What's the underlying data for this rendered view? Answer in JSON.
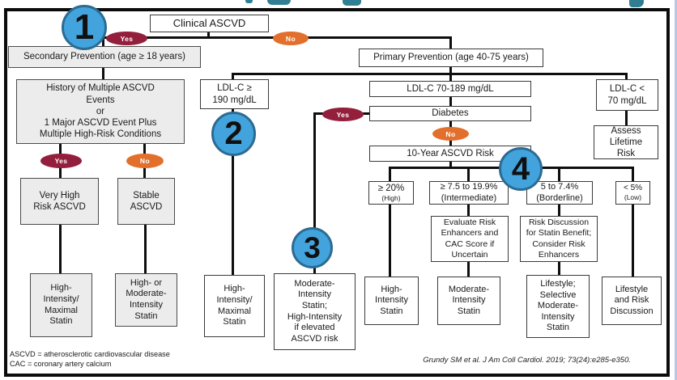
{
  "boxes": {
    "clinical_ascvd": {
      "label": "Clinical ASCVD"
    },
    "secondary_prevention": {
      "label": "Secondary Prevention (age ≥ 18 years)"
    },
    "history": {
      "label": "History of Multiple ASCVD\nEvents\nor\n1 Major ASCVD Event Plus\nMultiple High-Risk Conditions"
    },
    "very_high_risk": {
      "label": "Very High\nRisk ASCVD"
    },
    "stable_ascvd": {
      "label": "Stable\nASCVD"
    },
    "high_intensity_maximal_left": {
      "label": "High-\nIntensity/\nMaximal\nStatin"
    },
    "high_or_moderate": {
      "label": "High- or\nModerate-\nIntensity\nStatin"
    },
    "primary_prevention": {
      "label": "Primary Prevention (age 40-75 years)"
    },
    "ldl_ge_190": {
      "label": "LDL-C ≥\n190 mg/dL"
    },
    "ldl_70_189": {
      "label": "LDL-C 70-189 mg/dL"
    },
    "diabetes": {
      "label": "Diabetes"
    },
    "ten_year_risk": {
      "label": "10-Year ASCVD Risk"
    },
    "risk_high": {
      "label": "≥ 20%",
      "sublabel": "(High)"
    },
    "risk_intermediate": {
      "label": "≥ 7.5 to 19.9%",
      "sublabel": "(Intermediate)"
    },
    "risk_borderline": {
      "label": "5 to 7.4%",
      "sublabel": "(Borderline)"
    },
    "risk_low": {
      "label": "< 5%",
      "sublabel": "(Low)"
    },
    "evaluate_enhancers": {
      "label": "Evaluate Risk\nEnhancers and\nCAC Score if\nUncertain"
    },
    "risk_discussion": {
      "label": "Risk Discussion\nfor Statin Benefit;\nConsider Risk\nEnhancers"
    },
    "high_intensity_maximal_mid": {
      "label": "High-\nIntensity/\nMaximal\nStatin"
    },
    "moderate_high_if_elevated": {
      "label": "Moderate-\nIntensity\nStatin;\nHigh-Intensity\nif elevated\nASCVD risk"
    },
    "high_intensity": {
      "label": "High-\nIntensity\nStatin"
    },
    "moderate_intensity": {
      "label": "Moderate-\nIntensity\nStatin"
    },
    "lifestyle_selective": {
      "label": "Lifestyle;\nSelective\nModerate-\nIntensity\nStatin"
    },
    "lifestyle_risk_discussion": {
      "label": "Lifestyle\nand Risk\nDiscussion"
    },
    "ldl_lt_70": {
      "label": "LDL-C <\n70 mg/dL"
    },
    "assess_lifetime": {
      "label": "Assess\nLifetime\nRisk"
    }
  },
  "decisions": {
    "yes": "Yes",
    "no": "No"
  },
  "circles": {
    "c1": "1",
    "c2": "2",
    "c3": "3",
    "c4": "4"
  },
  "footnote": "ASCVD = atherosclerotic cardiovascular disease\nCAC = coronary artery calcium",
  "citation": "Grundy SM et al. J Am Coll Cardiol. 2019; 73(24):e285-e350.",
  "colors": {
    "circle_fill": "#42a3dd",
    "circle_border": "#2c6b92",
    "yes_oval": "#931f3c",
    "no_oval": "#e2702c",
    "gray_box": "#ececec",
    "teal_accent": "#2f7e92"
  }
}
